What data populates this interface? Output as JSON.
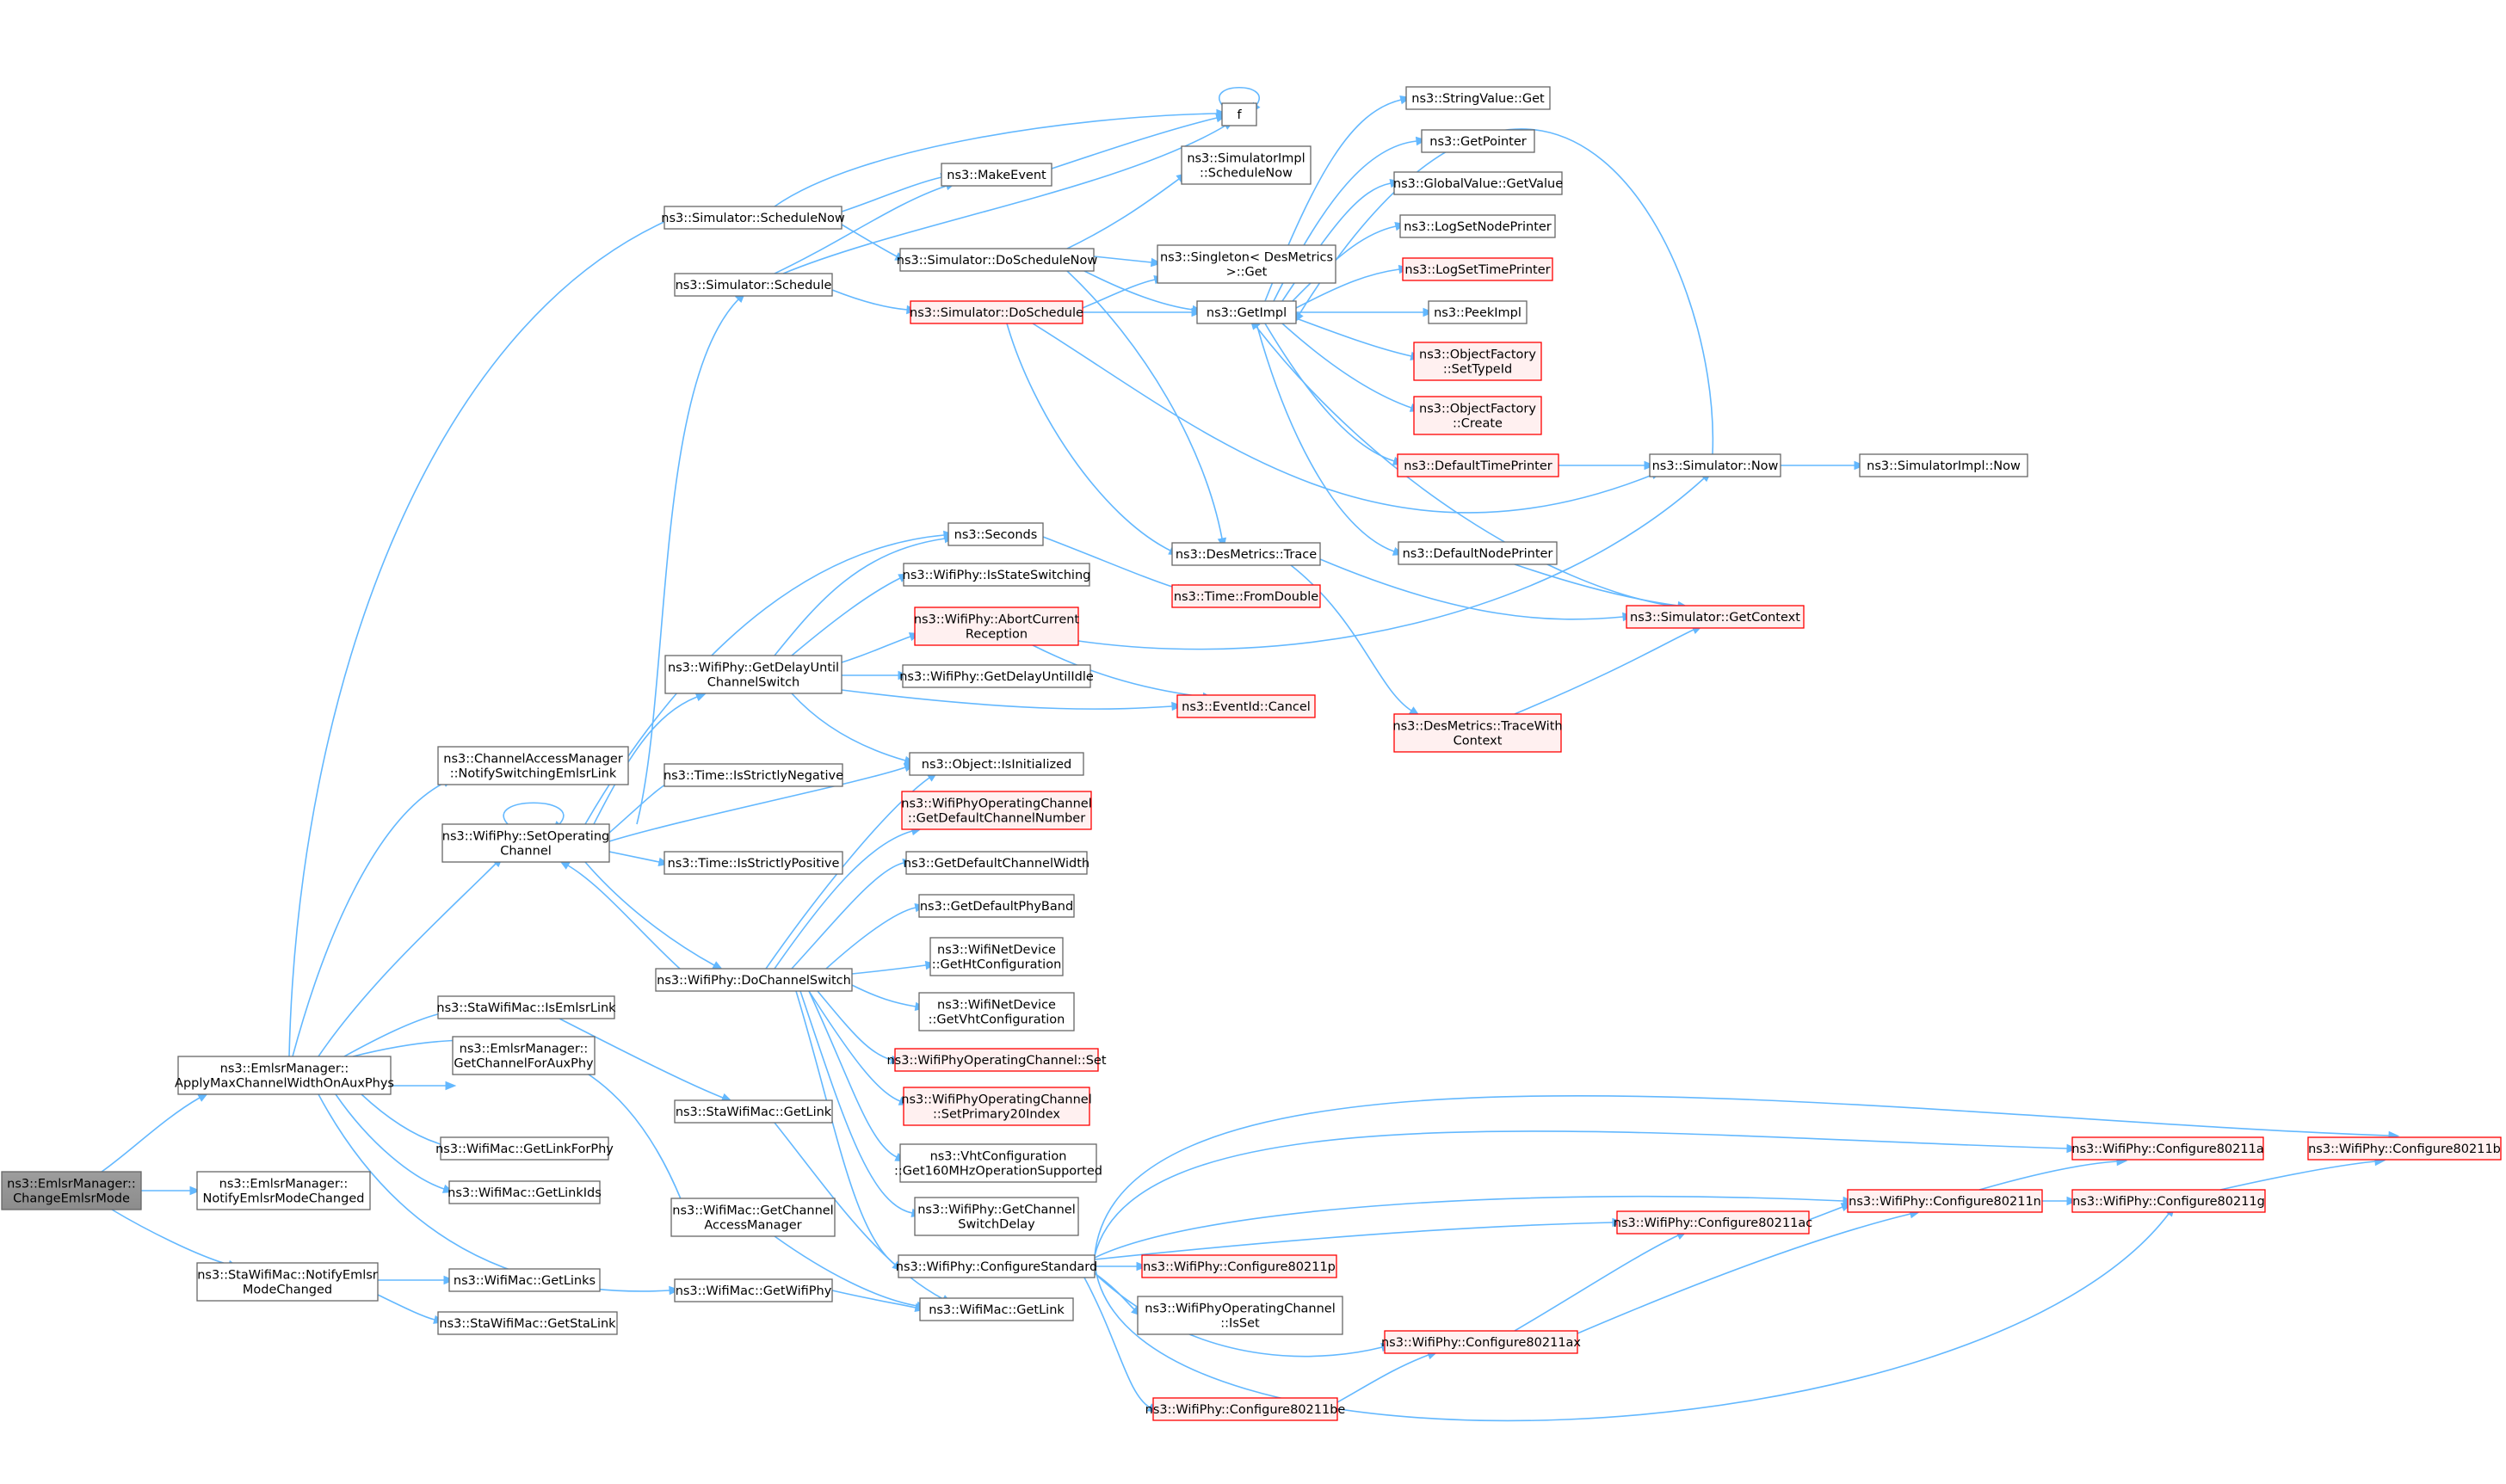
{
  "colors": {
    "edge": "#63b8ff",
    "node_border": "#666666",
    "node_fill": "#ffffff",
    "truncated_border": "#ff0000",
    "truncated_fill": "#fff0f0",
    "root_fill": "#999999"
  },
  "graph": {
    "nodes": [
      {
        "id": "root",
        "label": [
          "ns3::EmlsrManager::",
          "ChangeEmlsrMode"
        ],
        "style": "root"
      },
      {
        "id": "applyMax",
        "label": [
          "ns3::EmlsrManager::",
          "ApplyMaxChannelWidthOnAuxPhys"
        ],
        "style": "normal"
      },
      {
        "id": "notifyEmlsrModeChanged",
        "label": [
          "ns3::EmlsrManager::",
          "NotifyEmlsrModeChanged"
        ],
        "style": "normal"
      },
      {
        "id": "staNotify",
        "label": [
          "ns3::StaWifiMac::NotifyEmlsr",
          "ModeChanged"
        ],
        "style": "normal"
      },
      {
        "id": "camNotify",
        "label": [
          "ns3::ChannelAccessManager",
          "::NotifySwitchingEmlsrLink"
        ],
        "style": "normal"
      },
      {
        "id": "setOpChan",
        "label": [
          "ns3::WifiPhy::SetOperating",
          "Channel"
        ],
        "style": "normal"
      },
      {
        "id": "isEmlsrLink",
        "label": [
          "ns3::StaWifiMac::IsEmlsrLink"
        ],
        "style": "normal"
      },
      {
        "id": "getChanForAux",
        "label": [
          "ns3::EmlsrManager::",
          "GetChannelForAuxPhy"
        ],
        "style": "normal"
      },
      {
        "id": "getLinkForPhy",
        "label": [
          "ns3::WifiMac::GetLinkForPhy"
        ],
        "style": "normal"
      },
      {
        "id": "getLinkIds",
        "label": [
          "ns3::WifiMac::GetLinkIds"
        ],
        "style": "normal"
      },
      {
        "id": "getLinks",
        "label": [
          "ns3::WifiMac::GetLinks"
        ],
        "style": "normal"
      },
      {
        "id": "getStaLink",
        "label": [
          "ns3::StaWifiMac::GetStaLink"
        ],
        "style": "normal"
      },
      {
        "id": "schedNow",
        "label": [
          "ns3::Simulator::ScheduleNow"
        ],
        "style": "normal"
      },
      {
        "id": "sched",
        "label": [
          "ns3::Simulator::Schedule"
        ],
        "style": "normal"
      },
      {
        "id": "getDelayUntilCS",
        "label": [
          "ns3::WifiPhy::GetDelayUntil",
          "ChannelSwitch"
        ],
        "style": "normal"
      },
      {
        "id": "isStrictNeg",
        "label": [
          "ns3::Time::IsStrictlyNegative"
        ],
        "style": "normal"
      },
      {
        "id": "isStrictPos",
        "label": [
          "ns3::Time::IsStrictlyPositive"
        ],
        "style": "normal"
      },
      {
        "id": "doChanSwitch",
        "label": [
          "ns3::WifiPhy::DoChannelSwitch"
        ],
        "style": "normal"
      },
      {
        "id": "staGetLink",
        "label": [
          "ns3::StaWifiMac::GetLink"
        ],
        "style": "normal"
      },
      {
        "id": "getChanAccMgr",
        "label": [
          "ns3::WifiMac::GetChannel",
          "AccessManager"
        ],
        "style": "normal"
      },
      {
        "id": "getWifiPhy",
        "label": [
          "ns3::WifiMac::GetWifiPhy"
        ],
        "style": "normal"
      },
      {
        "id": "f",
        "label": [
          "f"
        ],
        "style": "normal"
      },
      {
        "id": "makeEvent",
        "label": [
          "ns3::MakeEvent"
        ],
        "style": "normal"
      },
      {
        "id": "doSchedNow",
        "label": [
          "ns3::Simulator::DoScheduleNow"
        ],
        "style": "normal"
      },
      {
        "id": "doSched",
        "label": [
          "ns3::Simulator::DoSchedule"
        ],
        "style": "truncated"
      },
      {
        "id": "seconds",
        "label": [
          "ns3::Seconds"
        ],
        "style": "normal"
      },
      {
        "id": "isStateSwitching",
        "label": [
          "ns3::WifiPhy::IsStateSwitching"
        ],
        "style": "normal"
      },
      {
        "id": "abortCurr",
        "label": [
          "ns3::WifiPhy::AbortCurrent",
          "Reception"
        ],
        "style": "truncated"
      },
      {
        "id": "getDelayUntilIdle",
        "label": [
          "ns3::WifiPhy::GetDelayUntilIdle"
        ],
        "style": "normal"
      },
      {
        "id": "isInitialized",
        "label": [
          "ns3::Object::IsInitialized"
        ],
        "style": "normal"
      },
      {
        "id": "getDefChanNum",
        "label": [
          "ns3::WifiPhyOperatingChannel",
          "::GetDefaultChannelNumber"
        ],
        "style": "truncated"
      },
      {
        "id": "getDefChanWidth",
        "label": [
          "ns3::GetDefaultChannelWidth"
        ],
        "style": "normal"
      },
      {
        "id": "getDefPhyBand",
        "label": [
          "ns3::GetDefaultPhyBand"
        ],
        "style": "normal"
      },
      {
        "id": "getHtConfig",
        "label": [
          "ns3::WifiNetDevice",
          "::GetHtConfiguration"
        ],
        "style": "normal"
      },
      {
        "id": "getVhtConfig",
        "label": [
          "ns3::WifiNetDevice",
          "::GetVhtConfiguration"
        ],
        "style": "normal"
      },
      {
        "id": "opChanSet",
        "label": [
          "ns3::WifiPhyOperatingChannel::Set"
        ],
        "style": "truncated"
      },
      {
        "id": "setPrimary20",
        "label": [
          "ns3::WifiPhyOperatingChannel",
          "::SetPrimary20Index"
        ],
        "style": "truncated"
      },
      {
        "id": "vhtGet160",
        "label": [
          "ns3::VhtConfiguration",
          "::Get160MHzOperationSupported"
        ],
        "style": "normal"
      },
      {
        "id": "getChanSwitchDelay",
        "label": [
          "ns3::WifiPhy::GetChannel",
          "SwitchDelay"
        ],
        "style": "normal"
      },
      {
        "id": "configStd",
        "label": [
          "ns3::WifiPhy::ConfigureStandard"
        ],
        "style": "normal"
      },
      {
        "id": "macGetLink",
        "label": [
          "ns3::WifiMac::GetLink"
        ],
        "style": "normal"
      },
      {
        "id": "simImplSchedNow",
        "label": [
          "ns3::SimulatorImpl",
          "::ScheduleNow"
        ],
        "style": "normal"
      },
      {
        "id": "singletonGet",
        "label": [
          "ns3::Singleton< DesMetrics",
          ">::Get"
        ],
        "style": "normal"
      },
      {
        "id": "getImpl",
        "label": [
          "ns3::GetImpl"
        ],
        "style": "normal"
      },
      {
        "id": "desTrace",
        "label": [
          "ns3::DesMetrics::Trace"
        ],
        "style": "normal"
      },
      {
        "id": "fromDouble",
        "label": [
          "ns3::Time::FromDouble"
        ],
        "style": "truncated"
      },
      {
        "id": "eventCancel",
        "label": [
          "ns3::EventId::Cancel"
        ],
        "style": "truncated"
      },
      {
        "id": "stringValueGet",
        "label": [
          "ns3::StringValue::Get"
        ],
        "style": "normal"
      },
      {
        "id": "getPointer",
        "label": [
          "ns3::GetPointer"
        ],
        "style": "normal"
      },
      {
        "id": "globalValueGet",
        "label": [
          "ns3::GlobalValue::GetValue"
        ],
        "style": "normal"
      },
      {
        "id": "logSetNode",
        "label": [
          "ns3::LogSetNodePrinter"
        ],
        "style": "normal"
      },
      {
        "id": "logSetTime",
        "label": [
          "ns3::LogSetTimePrinter"
        ],
        "style": "truncated"
      },
      {
        "id": "peekImpl",
        "label": [
          "ns3::PeekImpl"
        ],
        "style": "normal"
      },
      {
        "id": "objSetTypeId",
        "label": [
          "ns3::ObjectFactory",
          "::SetTypeId"
        ],
        "style": "truncated"
      },
      {
        "id": "objCreate",
        "label": [
          "ns3::ObjectFactory",
          "::Create"
        ],
        "style": "truncated"
      },
      {
        "id": "defTimePrinter",
        "label": [
          "ns3::DefaultTimePrinter"
        ],
        "style": "truncated"
      },
      {
        "id": "defNodePrinter",
        "label": [
          "ns3::DefaultNodePrinter"
        ],
        "style": "normal"
      },
      {
        "id": "traceWithCtx",
        "label": [
          "ns3::DesMetrics::TraceWith",
          "Context"
        ],
        "style": "truncated"
      },
      {
        "id": "simNow",
        "label": [
          "ns3::Simulator::Now"
        ],
        "style": "normal"
      },
      {
        "id": "simGetCtx",
        "label": [
          "ns3::Simulator::GetContext"
        ],
        "style": "truncated"
      },
      {
        "id": "simImplNow",
        "label": [
          "ns3::SimulatorImpl::Now"
        ],
        "style": "normal"
      },
      {
        "id": "cfg11p",
        "label": [
          "ns3::WifiPhy::Configure80211p"
        ],
        "style": "truncated"
      },
      {
        "id": "opChanIsSet",
        "label": [
          "ns3::WifiPhyOperatingChannel",
          "::IsSet"
        ],
        "style": "normal"
      },
      {
        "id": "cfg11be",
        "label": [
          "ns3::WifiPhy::Configure80211be"
        ],
        "style": "truncated"
      },
      {
        "id": "cfg11ax",
        "label": [
          "ns3::WifiPhy::Configure80211ax"
        ],
        "style": "truncated"
      },
      {
        "id": "cfg11ac",
        "label": [
          "ns3::WifiPhy::Configure80211ac"
        ],
        "style": "truncated"
      },
      {
        "id": "cfg11n",
        "label": [
          "ns3::WifiPhy::Configure80211n"
        ],
        "style": "truncated"
      },
      {
        "id": "cfg11a",
        "label": [
          "ns3::WifiPhy::Configure80211a"
        ],
        "style": "truncated"
      },
      {
        "id": "cfg11g",
        "label": [
          "ns3::WifiPhy::Configure80211g"
        ],
        "style": "truncated"
      },
      {
        "id": "cfg11b",
        "label": [
          "ns3::WifiPhy::Configure80211b"
        ],
        "style": "truncated"
      }
    ],
    "edges": [
      [
        "root",
        "applyMax"
      ],
      [
        "root",
        "notifyEmlsrModeChanged"
      ],
      [
        "root",
        "staNotify"
      ],
      [
        "applyMax",
        "schedNow"
      ],
      [
        "applyMax",
        "camNotify"
      ],
      [
        "applyMax",
        "setOpChan"
      ],
      [
        "applyMax",
        "isEmlsrLink"
      ],
      [
        "applyMax",
        "getChanForAux"
      ],
      [
        "applyMax",
        "getLinkForPhy"
      ],
      [
        "applyMax",
        "getLinkIds"
      ],
      [
        "applyMax",
        "getChanAccMgr"
      ],
      [
        "applyMax",
        "getWifiPhy"
      ],
      [
        "staNotify",
        "getLinks"
      ],
      [
        "staNotify",
        "getStaLink"
      ],
      [
        "schedNow",
        "f"
      ],
      [
        "schedNow",
        "makeEvent"
      ],
      [
        "schedNow",
        "doSchedNow"
      ],
      [
        "sched",
        "f"
      ],
      [
        "sched",
        "makeEvent"
      ],
      [
        "sched",
        "doSched"
      ],
      [
        "makeEvent",
        "f"
      ],
      [
        "f",
        "f"
      ],
      [
        "doSchedNow",
        "simImplSchedNow"
      ],
      [
        "doSchedNow",
        "singletonGet"
      ],
      [
        "doSchedNow",
        "getImpl"
      ],
      [
        "doSchedNow",
        "desTrace"
      ],
      [
        "doSched",
        "singletonGet"
      ],
      [
        "doSched",
        "getImpl"
      ],
      [
        "doSched",
        "desTrace"
      ],
      [
        "doSched",
        "simNow"
      ],
      [
        "setOpChan",
        "setOpChan"
      ],
      [
        "setOpChan",
        "sched"
      ],
      [
        "setOpChan",
        "seconds"
      ],
      [
        "setOpChan",
        "getDelayUntilCS"
      ],
      [
        "setOpChan",
        "isStrictNeg"
      ],
      [
        "setOpChan",
        "isInitialized"
      ],
      [
        "setOpChan",
        "isStrictPos"
      ],
      [
        "setOpChan",
        "doChanSwitch"
      ],
      [
        "getDelayUntilCS",
        "seconds"
      ],
      [
        "getDelayUntilCS",
        "isStateSwitching"
      ],
      [
        "getDelayUntilCS",
        "abortCurr"
      ],
      [
        "getDelayUntilCS",
        "getDelayUntilIdle"
      ],
      [
        "getDelayUntilCS",
        "eventCancel"
      ],
      [
        "getDelayUntilCS",
        "isInitialized"
      ],
      [
        "seconds",
        "fromDouble"
      ],
      [
        "abortCurr",
        "eventCancel"
      ],
      [
        "abortCurr",
        "simNow"
      ],
      [
        "doChanSwitch",
        "isInitialized"
      ],
      [
        "doChanSwitch",
        "getDefChanNum"
      ],
      [
        "doChanSwitch",
        "getDefChanWidth"
      ],
      [
        "doChanSwitch",
        "getDefPhyBand"
      ],
      [
        "doChanSwitch",
        "getHtConfig"
      ],
      [
        "doChanSwitch",
        "getVhtConfig"
      ],
      [
        "doChanSwitch",
        "opChanSet"
      ],
      [
        "doChanSwitch",
        "setPrimary20"
      ],
      [
        "doChanSwitch",
        "vhtGet160"
      ],
      [
        "doChanSwitch",
        "getChanSwitchDelay"
      ],
      [
        "doChanSwitch",
        "configStd"
      ],
      [
        "doChanSwitch",
        "setOpChan"
      ],
      [
        "isEmlsrLink",
        "staGetLink"
      ],
      [
        "staGetLink",
        "macGetLink"
      ],
      [
        "getChanAccMgr",
        "macGetLink"
      ],
      [
        "getWifiPhy",
        "macGetLink"
      ],
      [
        "getImpl",
        "stringValueGet"
      ],
      [
        "getImpl",
        "getPointer"
      ],
      [
        "getImpl",
        "globalValueGet"
      ],
      [
        "getImpl",
        "logSetNode"
      ],
      [
        "getImpl",
        "logSetTime"
      ],
      [
        "getImpl",
        "peekImpl"
      ],
      [
        "getImpl",
        "objSetTypeId"
      ],
      [
        "getImpl",
        "objCreate"
      ],
      [
        "getImpl",
        "defTimePrinter"
      ],
      [
        "getImpl",
        "defNodePrinter"
      ],
      [
        "simNow",
        "getImpl"
      ],
      [
        "simGetCtx",
        "getImpl"
      ],
      [
        "simNow",
        "simImplNow"
      ],
      [
        "defTimePrinter",
        "simNow"
      ],
      [
        "defNodePrinter",
        "simGetCtx"
      ],
      [
        "desTrace",
        "simGetCtx"
      ],
      [
        "desTrace",
        "traceWithCtx"
      ],
      [
        "traceWithCtx",
        "simGetCtx"
      ],
      [
        "configStd",
        "cfg11p"
      ],
      [
        "configStd",
        "opChanIsSet"
      ],
      [
        "configStd",
        "cfg11be"
      ],
      [
        "configStd",
        "cfg11ax"
      ],
      [
        "configStd",
        "cfg11ac"
      ],
      [
        "configStd",
        "cfg11n"
      ],
      [
        "configStd",
        "cfg11a"
      ],
      [
        "configStd",
        "cfg11g"
      ],
      [
        "configStd",
        "cfg11b"
      ],
      [
        "cfg11be",
        "cfg11ax"
      ],
      [
        "cfg11ax",
        "cfg11ac"
      ],
      [
        "cfg11ax",
        "cfg11n"
      ],
      [
        "cfg11ac",
        "cfg11n"
      ],
      [
        "cfg11n",
        "cfg11a"
      ],
      [
        "cfg11n",
        "cfg11g"
      ],
      [
        "cfg11g",
        "cfg11b"
      ]
    ]
  }
}
